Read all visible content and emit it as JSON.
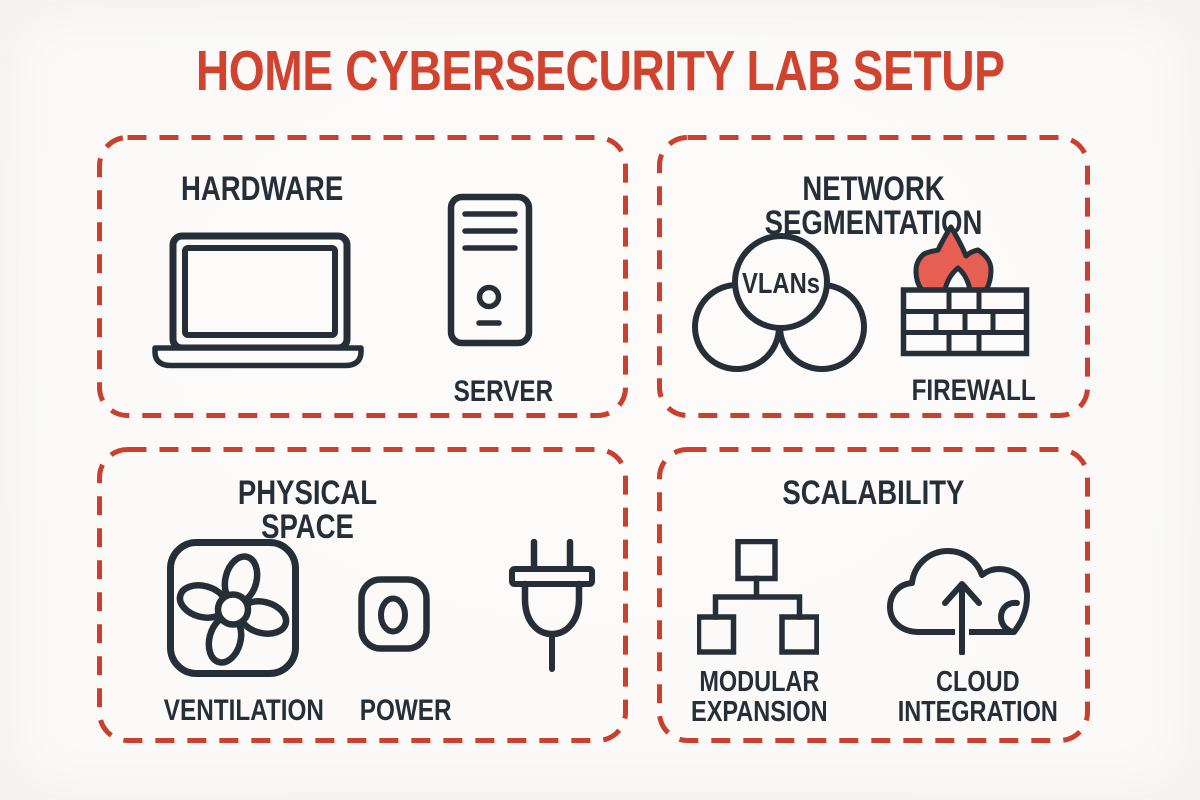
{
  "title": "HOME CYBERSECURITY LAB SETUP",
  "palette": {
    "accent_red": "#d0432f",
    "dash_red": "#c9402f",
    "flame_red": "#e65f52",
    "ink": "#262f38",
    "background": "#fbfaf8"
  },
  "sections": [
    {
      "id": "hardware",
      "heading": "HARDWARE",
      "items": [
        {
          "icon": "laptop-icon",
          "label": ""
        },
        {
          "icon": "server-tower-icon",
          "label": "SERVER"
        }
      ]
    },
    {
      "id": "network-segmentation",
      "heading": "NETWORK SEGMENTATION",
      "items": [
        {
          "icon": "vlans-venn-icon",
          "icon_text": "VLANs",
          "label": ""
        },
        {
          "icon": "firewall-icon",
          "label": "FIREWALL"
        }
      ]
    },
    {
      "id": "physical-space",
      "heading": "PHYSICAL SPACE",
      "items": [
        {
          "icon": "ventilation-fan-icon",
          "label": "VENTILATION"
        },
        {
          "icon": "power-outlet-icon",
          "label": "POWER"
        },
        {
          "icon": "power-plug-icon",
          "label": ""
        }
      ]
    },
    {
      "id": "scalability",
      "heading": "SCALABILITY",
      "items": [
        {
          "icon": "modular-expansion-icon",
          "label": "MODULAR\nEXPANSION"
        },
        {
          "icon": "cloud-integration-icon",
          "label": "CLOUD\nINTEGRATION"
        }
      ]
    }
  ]
}
